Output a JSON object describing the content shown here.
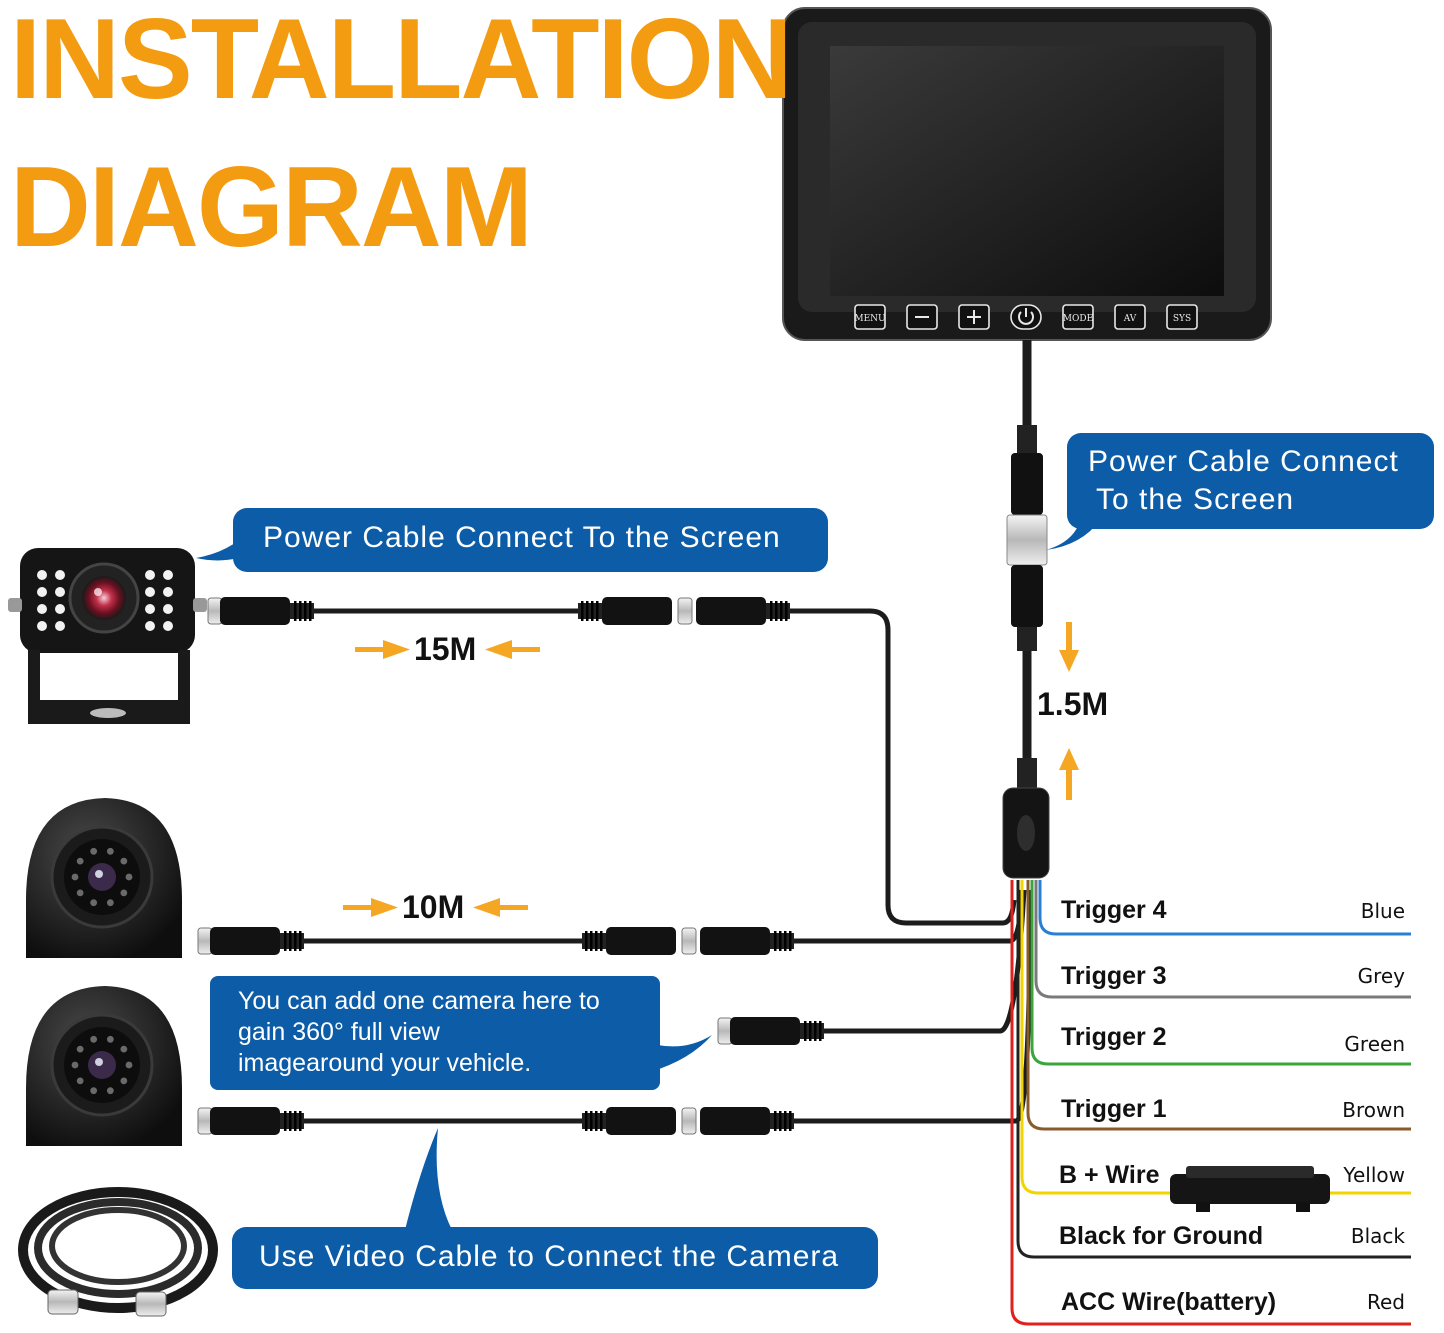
{
  "title": {
    "line1": "INSTALLATION",
    "line2": "DIAGRAM",
    "color": "#f39c12"
  },
  "colors": {
    "callout": "#0c5ca8",
    "cable": "#1c1c1c",
    "arrow": "#f5a623"
  },
  "monitor": {
    "buttons": [
      {
        "label": "MENU",
        "icon": "menu-text"
      },
      {
        "label": "",
        "icon": "minus-icon"
      },
      {
        "label": "",
        "icon": "plus-icon"
      },
      {
        "label": "",
        "icon": "power-icon"
      },
      {
        "label": "MODE",
        "icon": "mode-text"
      },
      {
        "label": "AV",
        "icon": "av-text"
      },
      {
        "label": "SYS",
        "icon": "sys-text"
      }
    ]
  },
  "callouts": {
    "top_right": {
      "line1": "Power Cable Connect",
      "line2": "To the Screen"
    },
    "camera_top": "Power Cable Connect To the Screen",
    "add_camera": {
      "line1": "You can add one camera here to",
      "line2": "gain 360° full view",
      "line3": "imagearound your vehicle."
    },
    "video_cable": "Use Video Cable to Connect the Camera"
  },
  "distances": {
    "cam1": "15M",
    "cam2": "10M",
    "power": "1.5M"
  },
  "wires": [
    {
      "label": "Trigger 4",
      "color_name": "Blue",
      "hex": "#2a7fd4"
    },
    {
      "label": "Trigger 3",
      "color_name": "Grey",
      "hex": "#7a7a7a"
    },
    {
      "label": "Trigger 2",
      "color_name": "Green",
      "hex": "#3aa53a"
    },
    {
      "label": "Trigger 1",
      "color_name": "Brown",
      "hex": "#8a5a2b"
    },
    {
      "label": "B + Wire",
      "color_name": "Yellow",
      "hex": "#f2d500"
    },
    {
      "label": "Black for Ground",
      "color_name": "Black",
      "hex": "#222222"
    },
    {
      "label": "ACC Wire(battery)",
      "color_name": "Red",
      "hex": "#e0221c"
    }
  ]
}
